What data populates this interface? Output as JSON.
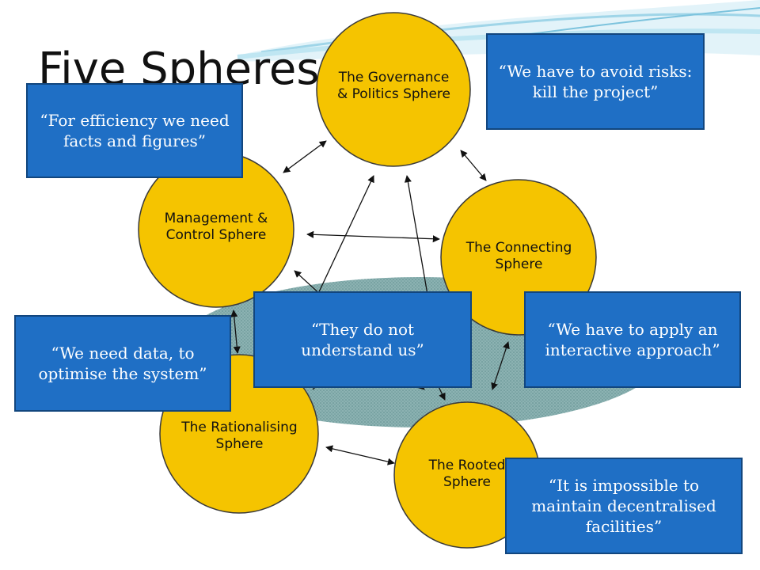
{
  "slide": {
    "title": "Five Spheres"
  },
  "spheres": [
    {
      "id": "governance",
      "label": "The Governance\n& Politics Sphere"
    },
    {
      "id": "management",
      "label": "Management &\nControl Sphere"
    },
    {
      "id": "connecting",
      "label": "The Connecting\nSphere"
    },
    {
      "id": "rationalising",
      "label": "The Rationalising\nSphere"
    },
    {
      "id": "rooted",
      "label": "The Rooted\nSphere"
    }
  ],
  "quotes": [
    {
      "id": "avoid-risks",
      "text": "“We have to avoid risks: kill the project”"
    },
    {
      "id": "efficiency",
      "text": "“For efficiency we need facts and figures”"
    },
    {
      "id": "not-understand",
      "text": "“They do not understand us”"
    },
    {
      "id": "interactive",
      "text": "“We have to apply an interactive approach”"
    },
    {
      "id": "optimise",
      "text": "“We need data, to optimise the system”"
    },
    {
      "id": "decentralised",
      "text": "“It is impossible to maintain decentralised facilities”"
    }
  ],
  "colors": {
    "sphere_fill": "#f5c400",
    "sphere_stroke": "#3a3a3a",
    "box_fill": "#1f6fc5",
    "box_border": "#12467e",
    "box_text": "#ffffff",
    "ellipse_fill": "#7fa9a9",
    "wave_color": "#bfe6f2"
  }
}
